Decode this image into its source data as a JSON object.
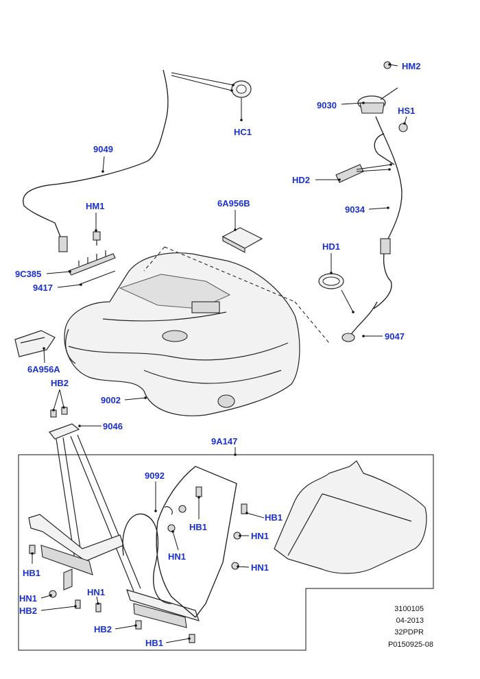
{
  "callouts": {
    "hm2": "HM2",
    "c9030": "9030",
    "hs1": "HS1",
    "hc1": "HC1",
    "c9049": "9049",
    "hd2": "HD2",
    "hm1": "HM1",
    "c6a956b": "6A956B",
    "c9034": "9034",
    "hd1": "HD1",
    "c9c385": "9C385",
    "c9417": "9417",
    "c9047": "9047",
    "c6a956a": "6A956A",
    "hb2_top": "HB2",
    "c9002": "9002",
    "c9046": "9046",
    "c9a147": "9A147",
    "c9092": "9092",
    "hb1_right": "HB1",
    "hb1_mid": "HB1",
    "hn1_r1": "HN1",
    "hn1_mid": "HN1",
    "hn1_r2": "HN1",
    "hb1_left": "HB1",
    "hn1_left": "HN1",
    "hn1_low": "HN1",
    "hb2_left": "HB2",
    "hb2_low": "HB2",
    "hb1_bottom": "HB1"
  },
  "reference": {
    "line1": "3100105",
    "line2": "04-2013",
    "line3": "32PDPR",
    "line4": "P0150925-08"
  },
  "colors": {
    "callout": "#1a2fd0",
    "line": "#111111",
    "part_fill": "#f2f2f2"
  }
}
